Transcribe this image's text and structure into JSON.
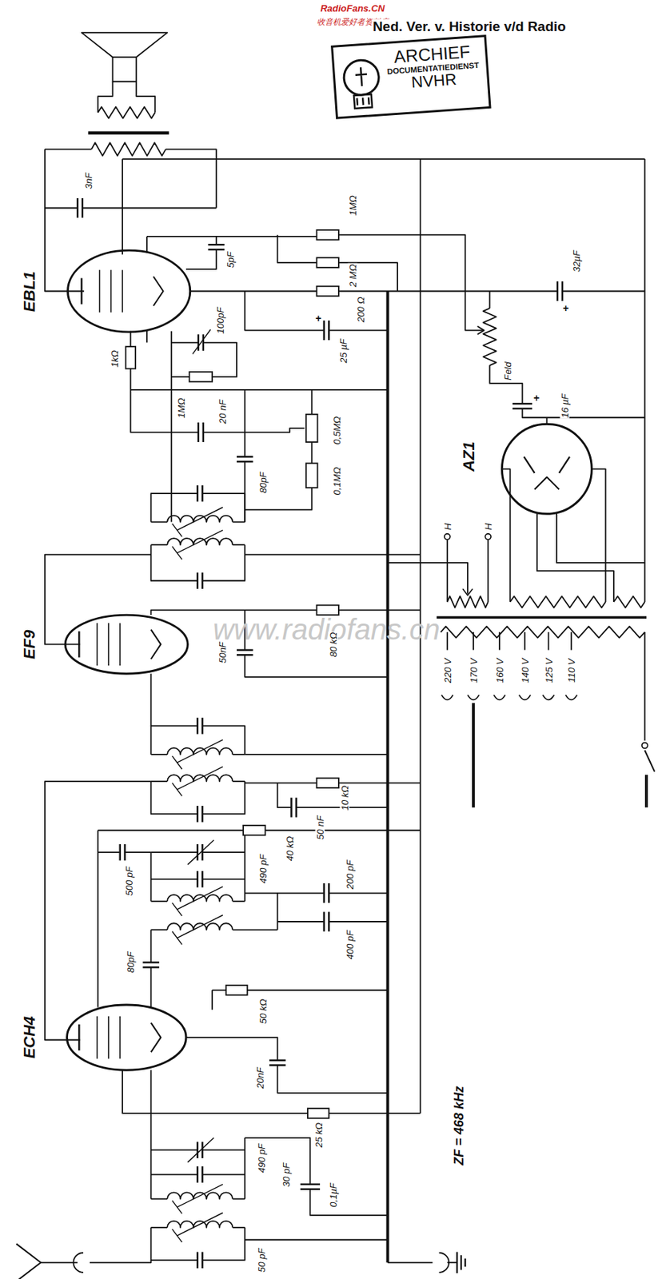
{
  "diagram": {
    "nodes": [
      {
        "text": [
          "ARCHIEF",
          "DOCUMENTATIEDIENST",
          "NVHR"
        ]
      }
    ],
    "labels": [
      "RadioFans.CN",
      "收音机爱好者资料库",
      "Ned. Ver. v. Historie v/d Radio",
      "www.radiofans.cn",
      "EBL1",
      "3nF",
      "1MΩ",
      "5pF",
      "2 MΩ",
      "200 Ω",
      "32µF",
      "+",
      "25 µF",
      "+",
      "100pF",
      "1kΩ",
      "1MΩ",
      "20 nF",
      "0,5MΩ",
      "80pF",
      "0,1MΩ",
      "Feld",
      "16 µF",
      "+",
      "AZ1",
      "H",
      "H",
      "EF9",
      "50nF",
      "80 kΩ",
      "220 V",
      "170 V",
      "160 V",
      "140 V",
      "125 V",
      "110 V",
      "10 kΩ",
      "50 nF",
      "40 kΩ",
      "490 pF",
      "500 pF",
      "200 pF",
      "400 pF",
      "80pF",
      "ECH4",
      "50 kΩ",
      "20nF",
      "25 kΩ",
      "ZF = 468 kHz",
      "490 pF",
      "30 pF",
      "0,1µF",
      "50 pF"
    ]
  }
}
